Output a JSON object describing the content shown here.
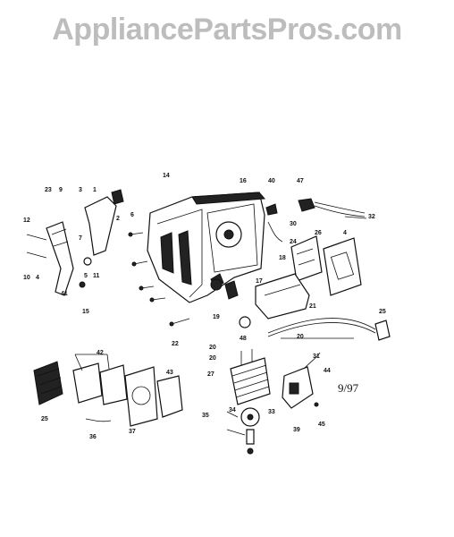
{
  "watermark": "AppliancePartsPros.com",
  "date_code": "9/97",
  "labels": [
    "23",
    "9",
    "3",
    "1",
    "2",
    "6",
    "12",
    "7",
    "10",
    "4",
    "5",
    "11",
    "41",
    "15",
    "14",
    "16",
    "40",
    "47",
    "32",
    "30",
    "24",
    "26",
    "4",
    "18",
    "17",
    "19",
    "22",
    "25",
    "21",
    "48",
    "20",
    "20",
    "20",
    "31",
    "27",
    "44",
    "42",
    "43",
    "25",
    "37",
    "36",
    "35",
    "34",
    "33",
    "45",
    "39"
  ]
}
